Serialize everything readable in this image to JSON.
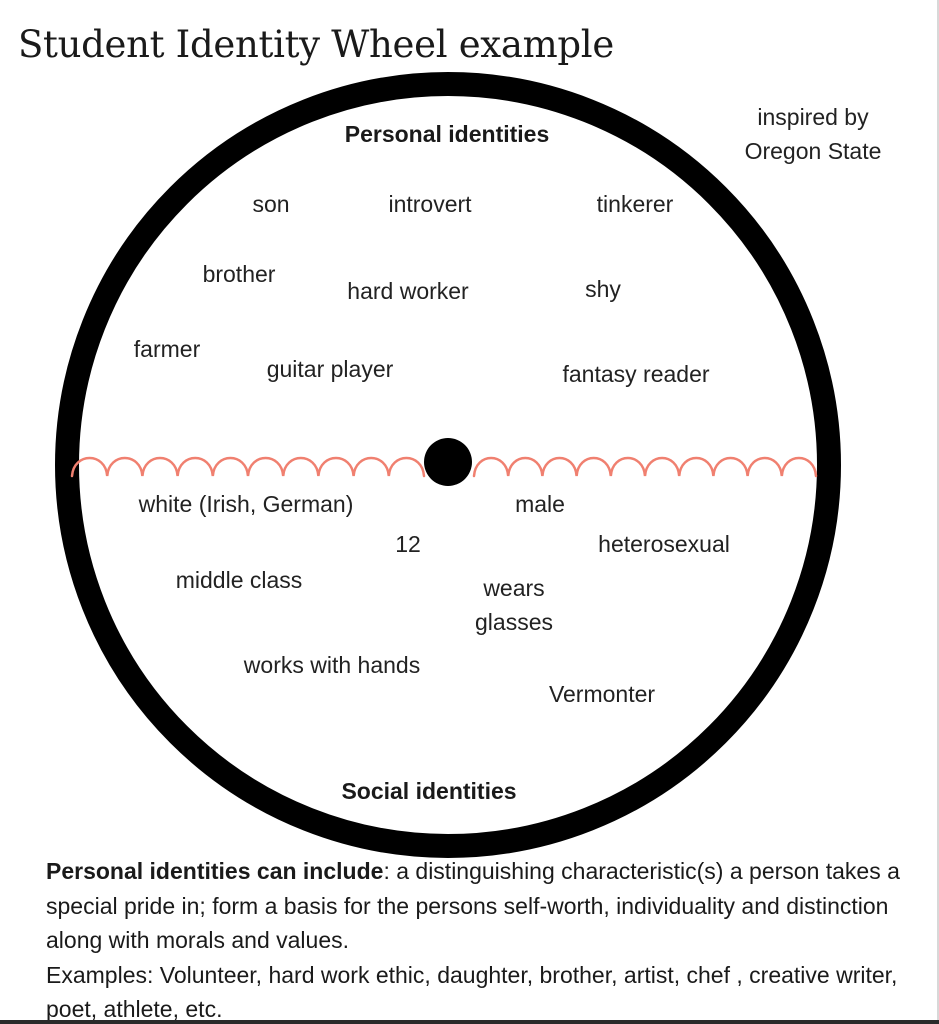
{
  "title": "Student Identity Wheel example",
  "credit": {
    "line1": "inspired by",
    "line2": "Oregon State"
  },
  "wheel": {
    "personal_heading": "Personal identities",
    "social_heading": "Social identities",
    "colors": {
      "ring": "#000000",
      "divider_wave": "#f08070",
      "center_dot": "#000000"
    },
    "personal_identities": {
      "son": "son",
      "introvert": "introvert",
      "tinkerer": "tinkerer",
      "brother": "brother",
      "hard_worker": "hard worker",
      "shy": "shy",
      "farmer": "farmer",
      "guitar_player": "guitar player",
      "fantasy_reader": "fantasy reader"
    },
    "social_identities": {
      "white": "white (Irish, German)",
      "male": "male",
      "age": "12",
      "heterosexual": "heterosexual",
      "middle_class": "middle class",
      "wears_glasses_line1": "wears",
      "wears_glasses_line2": "glasses",
      "works_with_hands": "works with hands",
      "vermonter": "Vermonter"
    }
  },
  "description": {
    "bold_lead": "Personal identities can include",
    "body": ": a distinguishing characteristic(s) a person takes a special pride in; form a basis for the persons self-worth, individuality and distinction along with morals and values.",
    "examples": "Examples: Volunteer, hard work ethic, daughter, brother, artist, chef , creative writer, poet, athlete, etc."
  }
}
